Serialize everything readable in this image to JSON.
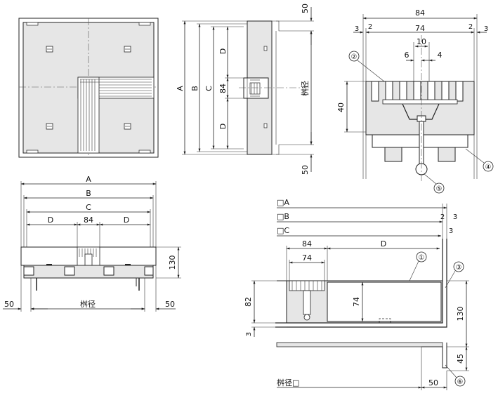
{
  "dims": {
    "d50": "50",
    "d84": "84",
    "d74": "74",
    "d40": "40",
    "d2": "2",
    "d3": "3",
    "d6": "6",
    "d10": "10",
    "d4": "4",
    "d130": "130",
    "d82": "82",
    "d45": "45",
    "A": "A",
    "B": "B",
    "C": "C",
    "D": "D",
    "sqA": "□A",
    "sqB": "□B",
    "sqC": "□C"
  },
  "labels": {
    "pit_diameter": "桝径",
    "pit_diameter_sq": "桝径□"
  },
  "callouts": [
    "①",
    "②",
    "③",
    "④",
    "⑤",
    "⑥"
  ],
  "colors": {
    "fill": "#e6e6e6",
    "line": "#222222"
  }
}
